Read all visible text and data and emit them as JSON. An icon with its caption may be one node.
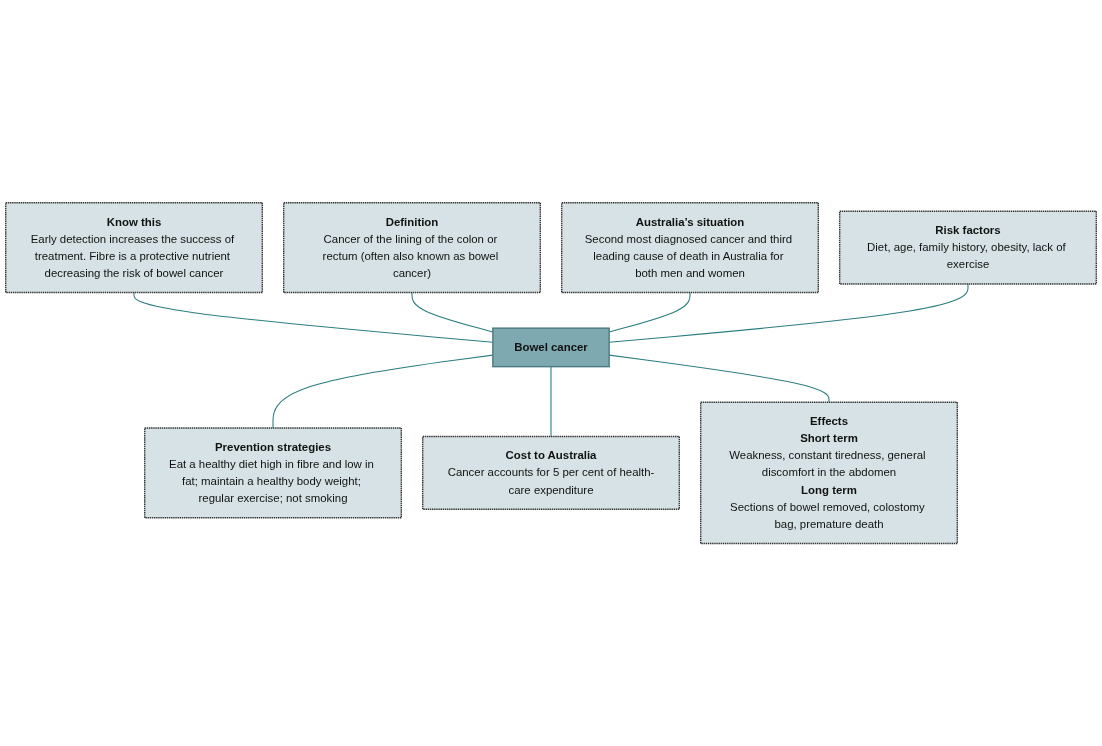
{
  "diagram": {
    "nodes": [
      {
        "text": [
          "Know this",
          "Early detection increases the success of treatment. Fibre is a protective nutrient decreasing the risk of bowel cancer"
        ]
      },
      {
        "text": [
          "Definition",
          "Cancer of the lining of the colon or rectum (often also known as bowel cancer)"
        ]
      },
      {
        "text": [
          "Australia’s situation",
          "Second most diagnosed cancer and third leading cause of death in Australia for both men and women"
        ]
      },
      {
        "text": [
          "Risk factors",
          "Diet, age, family history, obesity, lack of exercise"
        ]
      },
      {
        "text": [
          "Bowel cancer"
        ]
      },
      {
        "text": [
          "Prevention strategies",
          "Eat a healthy diet high in fibre and low in fat; maintain a healthy body weight; regular exercise; not smoking"
        ]
      },
      {
        "text": [
          "Cost to Australia",
          "Cancer accounts for 5 per cent of health-care expenditure"
        ]
      },
      {
        "text": [
          "Effects",
          "Short term",
          "Weakness, constant tiredness, general discomfort in the abdomen",
          "Long term",
          "Sections of bowel removed, colostomy bag, premature death"
        ]
      }
    ],
    "edges": [
      {
        "from": 0,
        "to": 4,
        "arrow": "none"
      },
      {
        "from": 1,
        "to": 4,
        "arrow": "none"
      },
      {
        "from": 2,
        "to": 4,
        "arrow": "none"
      },
      {
        "from": 3,
        "to": 4,
        "arrow": "none"
      },
      {
        "from": 4,
        "to": 5,
        "arrow": "none"
      },
      {
        "from": 4,
        "to": 6,
        "arrow": "none"
      },
      {
        "from": 4,
        "to": 7,
        "arrow": "none"
      }
    ]
  }
}
